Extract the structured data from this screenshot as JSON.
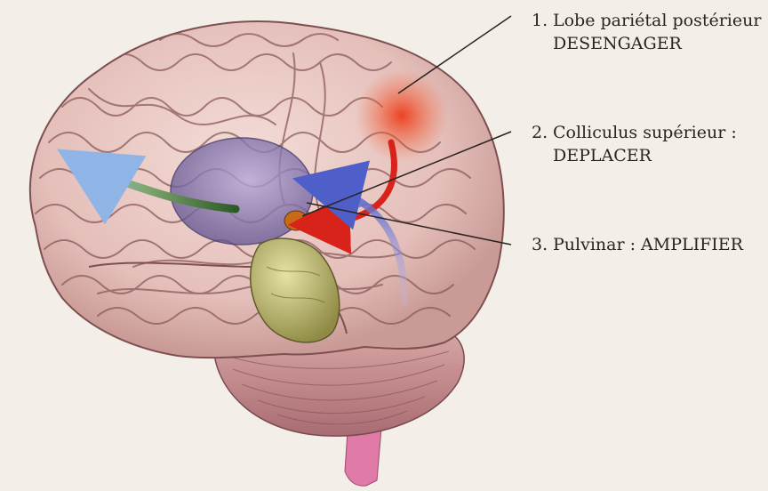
{
  "labels": [
    {
      "number": "1.",
      "title": "Lobe pariétal postérieur",
      "action": "DESENGAGER"
    },
    {
      "number": "2.",
      "title": "Colliculus supérieur :",
      "action": "DEPLACER"
    },
    {
      "number": "3.",
      "title": "Pulvinar : AMPLIFIER",
      "action": ""
    }
  ],
  "colors": {
    "background": "#f3efe8",
    "cortex": "#e9c7c2",
    "gyri_lines": "#8a5a5a",
    "parietal_highlight": "#e8331e",
    "red_arrow": "#d8231a",
    "blue_arrow": "#5a6fd0",
    "thalamus": "#8a79b8",
    "brainstem": "#c7c27a",
    "cerebellum": "#c48a8a",
    "spinal_cord": "#e07aa6"
  }
}
